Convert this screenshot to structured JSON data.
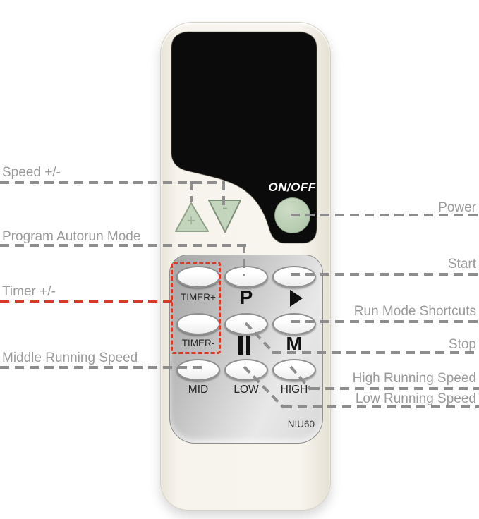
{
  "annotations": {
    "left": [
      "Speed +/-",
      "Program Autorun Mode",
      "Timer +/-",
      "Middle Running Speed"
    ],
    "right": [
      "Power",
      "Start",
      "Run Mode Shortcuts",
      "Stop",
      "High Running Speed",
      "Low Running Speed"
    ]
  },
  "remote": {
    "power_button_label": "ON/OFF",
    "model": "NIU60",
    "speed_up_symbol": "+",
    "speed_down_symbol": "-",
    "keypad": {
      "timer_plus": "TIMER+",
      "program": "P",
      "timer_minus": "TIMER-",
      "mode": "M",
      "mid": "MID",
      "low": "LOW",
      "high": "HIGH"
    }
  },
  "colors": {
    "annotation_gray": "#8d8d8d",
    "annotation_red": "#d63a28",
    "label_gray": "#9b9b9b",
    "button_green": "#c3d5bd",
    "body_cream": "#f5f2eb",
    "display_black": "#0b0b0b",
    "keypad_silver": "#cfcfcf"
  }
}
